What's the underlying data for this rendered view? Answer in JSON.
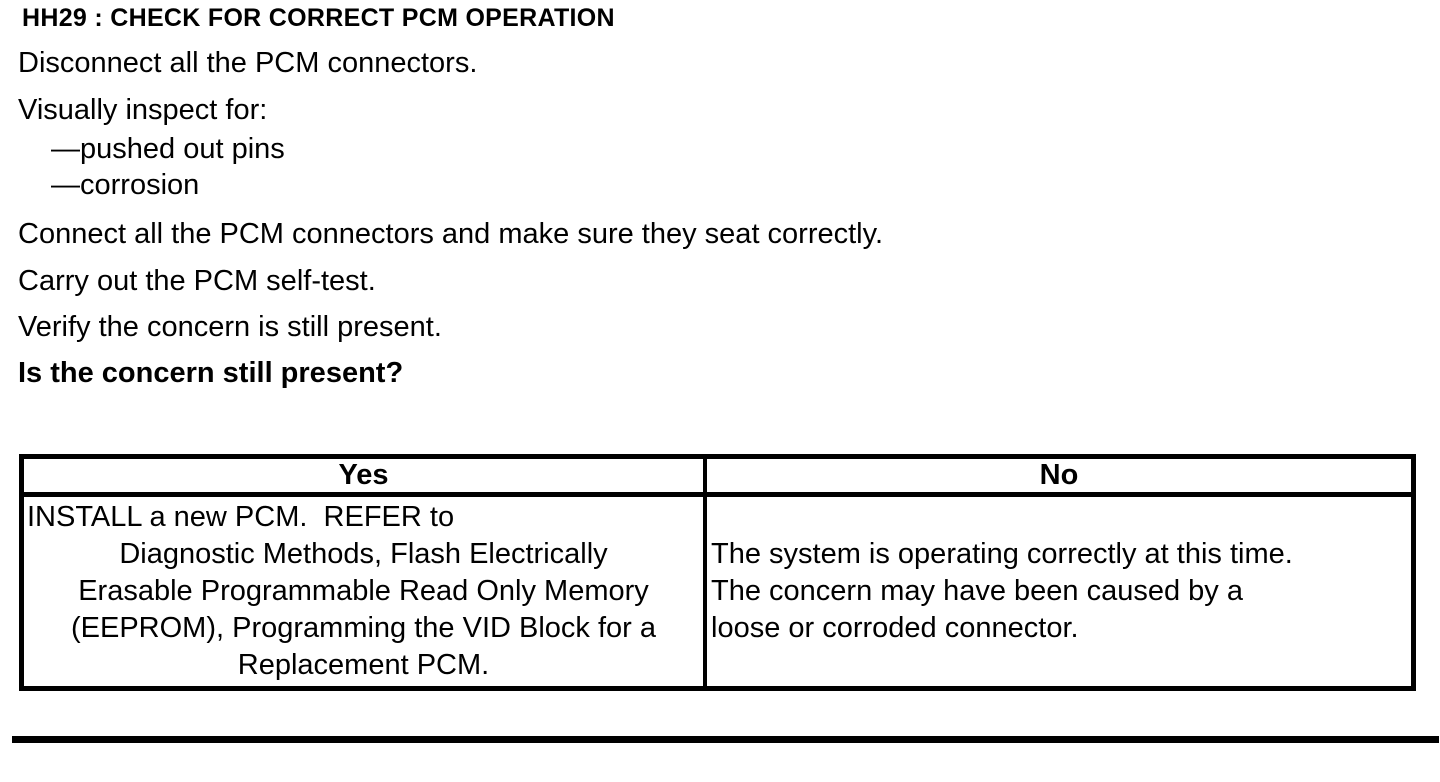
{
  "document": {
    "heading": "HH29 : CHECK FOR CORRECT PCM OPERATION",
    "instructions": [
      "Disconnect all the PCM connectors.",
      "Visually inspect for:",
      "—pushed out pins",
      "—corrosion",
      "Connect all the PCM connectors and make sure they seat correctly.",
      "Carry out the PCM self-test.",
      "Verify the concern is still present."
    ],
    "question": "Is the concern still present?",
    "results_table": {
      "yes": {
        "header": "Yes",
        "lines": [
          "INSTALL a new PCM.  REFER to",
          "Diagnostic Methods, Flash Electrically",
          "Erasable Programmable Read Only Memory",
          "(EEPROM), Programming the VID Block for a",
          "Replacement PCM."
        ]
      },
      "no": {
        "header": "No",
        "lines": [
          "The system is operating correctly at this time.",
          "The concern may have been caused by a",
          "loose or corroded connector."
        ]
      }
    }
  }
}
